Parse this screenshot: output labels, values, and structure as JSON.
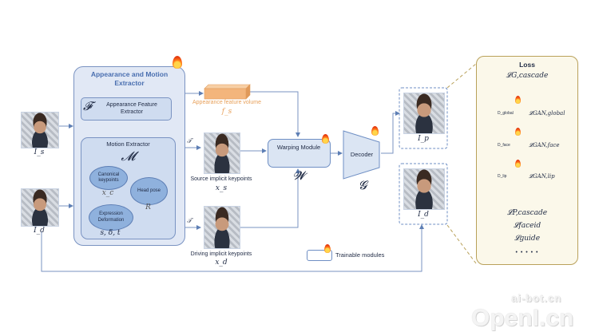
{
  "motion_block": {
    "title": "Appearance and Motion Extractor",
    "appearance": {
      "symbol": "𝓕",
      "label": "Appearance Feature Extractor"
    },
    "motion_extractor": {
      "title": "Motion Extractor",
      "symbol": "𝓜",
      "canonical": {
        "label": "Canonical keypoints",
        "symbol": "x_c"
      },
      "head_pose": {
        "label": "Head pose",
        "symbol": "R"
      },
      "expression": {
        "label": "Expression Deformation",
        "symbol": "s, δ, t"
      }
    }
  },
  "inputs": {
    "source": "I_s",
    "driving": "I_d"
  },
  "feature_volume": {
    "label": "Appearance feature volume",
    "symbol": "f_s"
  },
  "keypoints": {
    "transform": "𝒯",
    "source": {
      "label": "Source implicit keypoints",
      "symbol": "x_s"
    },
    "driving": {
      "label": "Driving implicit keypoints",
      "symbol": "x_d"
    }
  },
  "warping": {
    "label": "Warping Module",
    "symbol": "𝓦"
  },
  "decoder": {
    "label": "Decoder",
    "symbol": "𝓖"
  },
  "outputs": {
    "pred": "I_p",
    "driving": "I_d"
  },
  "legend": {
    "label": "Trainable modules"
  },
  "loss": {
    "title": "Loss",
    "top": "𝓛G,cascade",
    "discriminators": [
      {
        "name": "D_global",
        "loss": "𝓛GAN,global",
        "color": "#c9a99a"
      },
      {
        "name": "D_face",
        "loss": "𝓛GAN,face",
        "color": "#93b3d6"
      },
      {
        "name": "D_lip",
        "loss": "𝓛GAN,lip",
        "color": "#c5bce6"
      }
    ],
    "terms": [
      "𝓛P,cascade",
      "𝓛faceid",
      "𝓛guide"
    ],
    "ellipsis": "• • • • •"
  },
  "colors": {
    "block_fill": "#e1e8f5",
    "block_stroke": "#7a93c2",
    "loss_fill": "#fbf8ea",
    "loss_stroke": "#b9a15a",
    "accent_text": "#4a6fb0",
    "volume_text": "#e8a15b"
  },
  "watermarks": {
    "top": "ai-bot.cn",
    "main": "OpenI.cn"
  }
}
